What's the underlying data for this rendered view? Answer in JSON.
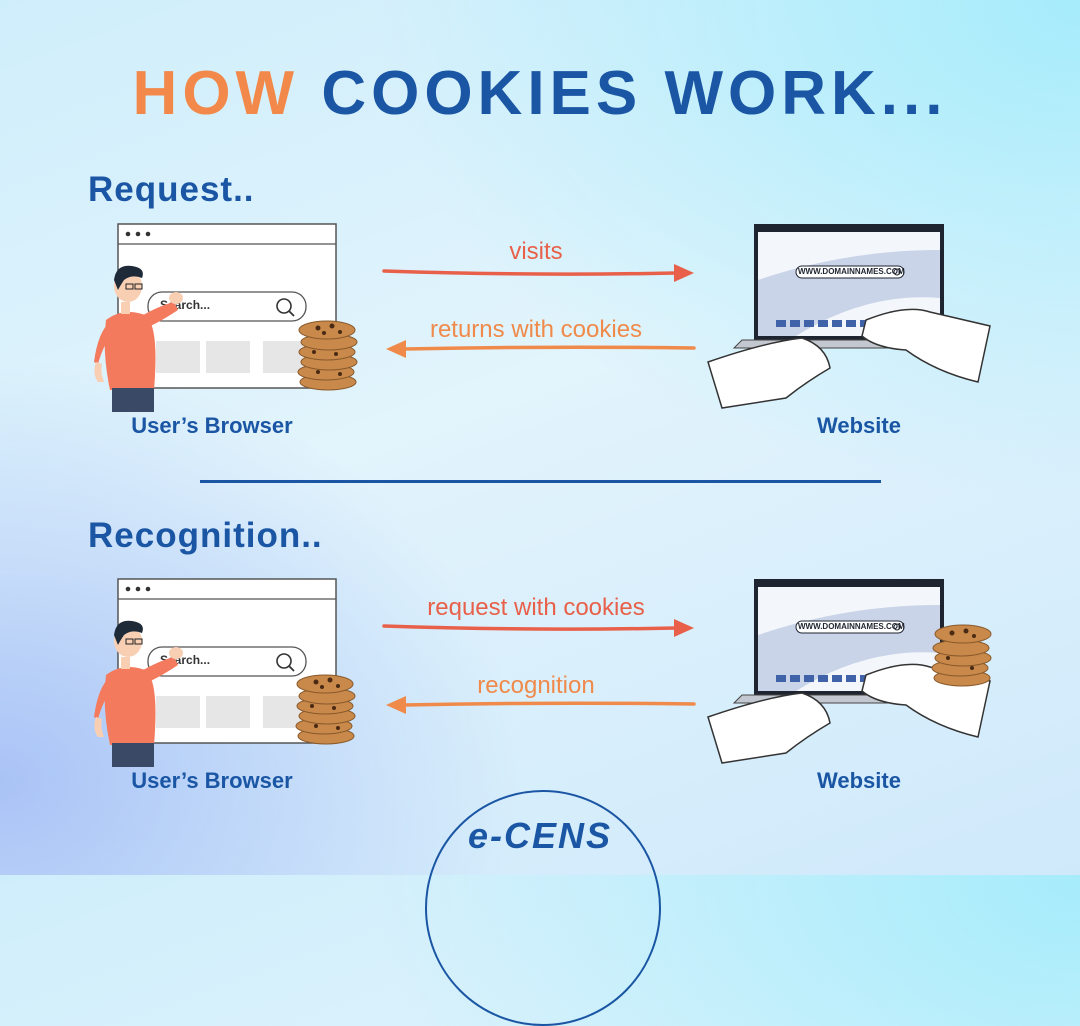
{
  "title": {
    "highlight": "HOW",
    "rest": "COOKIES WORK..."
  },
  "colors": {
    "blue": "#1a56a4",
    "orange": "#f2894a",
    "red": "#e8604a",
    "accent_arrow_back": "#f08a4a"
  },
  "sections": [
    {
      "heading": "Request..",
      "left_caption": "User’s Browser",
      "right_caption": "Website",
      "forward_label": "visits",
      "back_label": "returns with cookies",
      "search_placeholder": "Search...",
      "domain": "WWW.DOMAINNAMES.COM"
    },
    {
      "heading": "Recognition..",
      "left_caption": "User’s Browser",
      "right_caption": "Website",
      "forward_label": "request with cookies",
      "back_label": "recognition",
      "search_placeholder": "Search...",
      "domain": "WWW.DOMAINNAMES.COM"
    }
  ],
  "logo": {
    "text": "e-CENS"
  }
}
